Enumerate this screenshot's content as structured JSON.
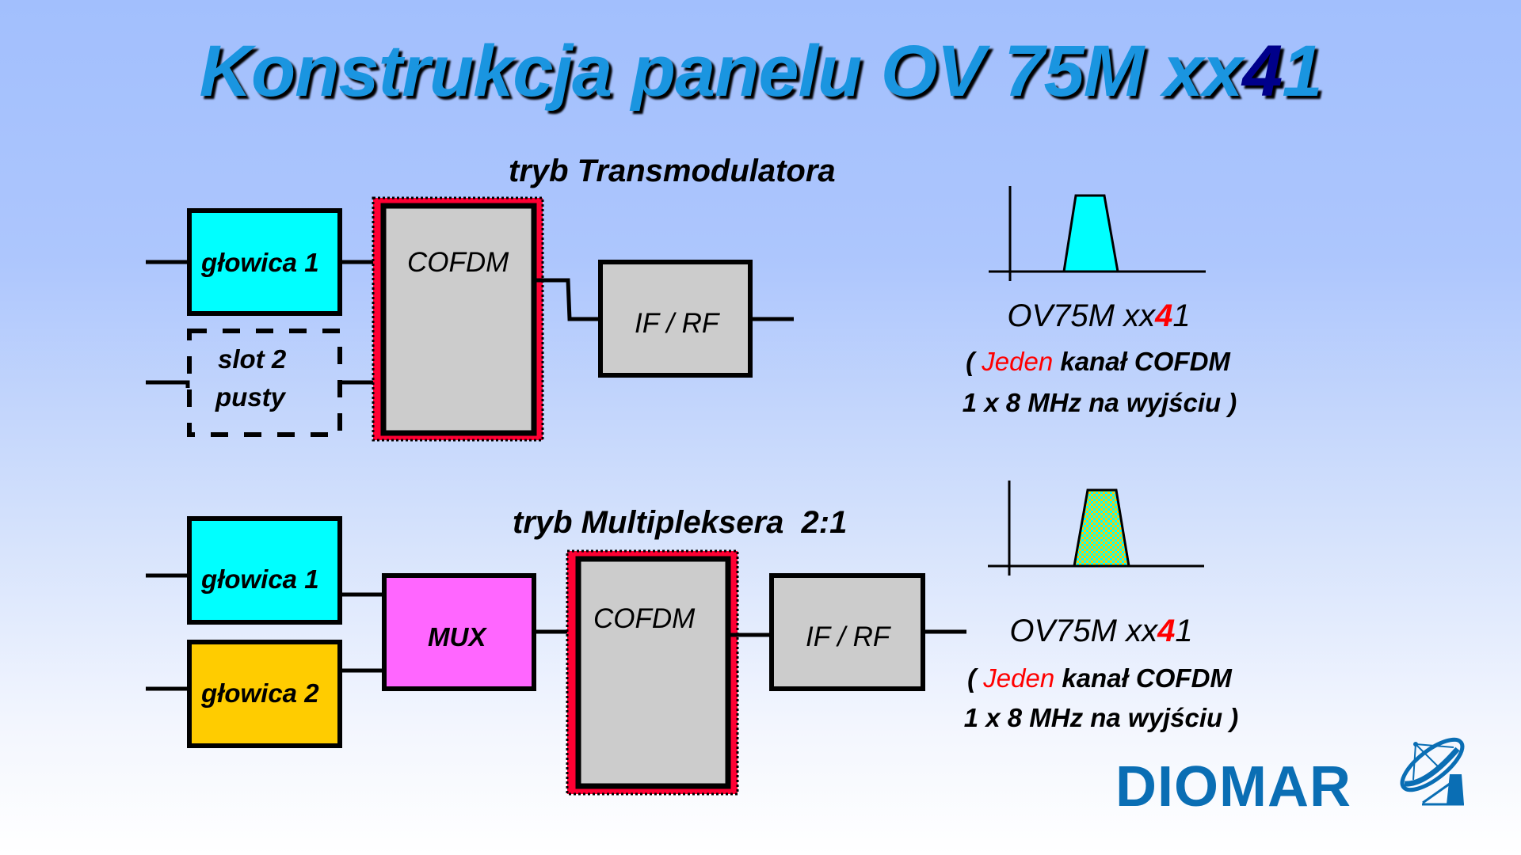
{
  "title": {
    "prefix": "Konstrukcja panelu OV 75M xx",
    "highlight": "4",
    "suffix": "1"
  },
  "colors": {
    "title": "#1a95e0",
    "title_highlight": "#00008b",
    "tuner1": "#00ffff",
    "tuner2": "#ffcc00",
    "mux": "#ff66ff",
    "module": "#cccccc",
    "highlight_frame": "#ff0033",
    "accent_red": "#ff0000",
    "brand": "#0a6eb4"
  },
  "transmodulator": {
    "heading": "tryb Transmodulatora",
    "tuner1": "głowica 1",
    "slot2_line1": "slot 2",
    "slot2_line2": "pusty",
    "cofdm": "COFDM",
    "ifrf": "IF / RF",
    "spectrum_fill": "cyan",
    "model": {
      "prefix": "OV75M xx",
      "highlight": "4",
      "suffix": "1"
    },
    "desc_line1": {
      "open": "( ",
      "red": "Jeden",
      "rest": " kanał COFDM"
    },
    "desc_line2": "1 x 8 MHz na wyjściu )"
  },
  "multiplexer": {
    "heading": "tryb Multipleksera  2:1",
    "tuner1": "głowica 1",
    "tuner2": "głowica 2",
    "mux": "MUX",
    "cofdm": "COFDM",
    "ifrf": "IF / RF",
    "spectrum_fill": "checkered cyan/yellow",
    "model": {
      "prefix": "OV75M xx",
      "highlight": "4",
      "suffix": "1"
    },
    "desc_line1": {
      "open": "( ",
      "red": "Jeden",
      "rest": " kanał COFDM"
    },
    "desc_line2": "1 x 8 MHz na wyjściu )"
  },
  "logo": {
    "text": "DIOMAR",
    "icon": "satellite-dish-icon"
  }
}
